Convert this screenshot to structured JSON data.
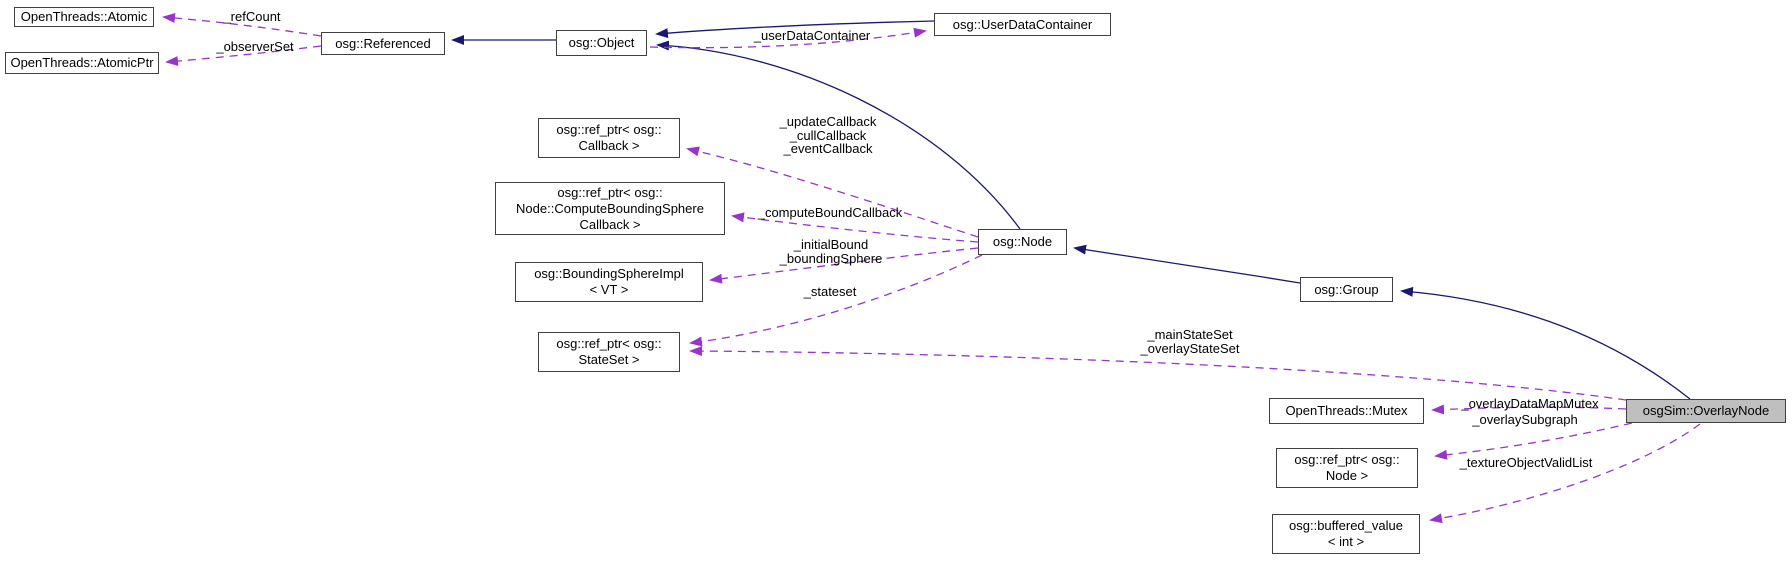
{
  "diagram_type": "doxygen-collaboration-graph",
  "colors": {
    "inheritance_edge": "#191970",
    "usage_edge": "#9a32cd",
    "node_border": "#404040",
    "node_fill": "#ffffff",
    "highlight_fill": "#bfbfbf",
    "text": "#000000"
  },
  "nodes": {
    "atomic": {
      "label": "OpenThreads::Atomic"
    },
    "atomic_ptr": {
      "label": "OpenThreads::AtomicPtr"
    },
    "referenced": {
      "label": "osg::Referenced"
    },
    "object": {
      "label": "osg::Object"
    },
    "user_data_container": {
      "label": "osg::UserDataContainer"
    },
    "ref_ptr_callback": {
      "line1": "osg::ref_ptr< osg::",
      "line2": "Callback >"
    },
    "ref_ptr_compute_bounding_sphere_callback": {
      "line1": "osg::ref_ptr< osg::",
      "line2": "Node::ComputeBoundingSphere",
      "line3": "Callback >"
    },
    "bounding_sphere_impl": {
      "line1": "osg::BoundingSphereImpl",
      "line2": "< VT >"
    },
    "ref_ptr_stateset": {
      "line1": "osg::ref_ptr< osg::",
      "line2": "StateSet >"
    },
    "node": {
      "label": "osg::Node"
    },
    "group": {
      "label": "osg::Group"
    },
    "mutex": {
      "label": "OpenThreads::Mutex"
    },
    "ref_ptr_node": {
      "line1": "osg::ref_ptr< osg::",
      "line2": "Node >"
    },
    "buffered_value": {
      "line1": "osg::buffered_value",
      "line2": "< int >"
    },
    "overlay_node": {
      "label": "osgSim::OverlayNode"
    }
  },
  "edge_labels": {
    "ref_count": "_refCount",
    "observer_set": "_observerSet",
    "user_data_container": "_userDataContainer",
    "update_callback": "_updateCallback",
    "cull_callback": "_cullCallback",
    "event_callback": "_eventCallback",
    "compute_bound_callback": "_computeBoundCallback",
    "initial_bound": "_initialBound",
    "bounding_sphere": "_boundingSphere",
    "stateset": "_stateset",
    "main_state_set": "_mainStateSet",
    "overlay_state_set": "_overlayStateSet",
    "overlay_data_map_mutex": "_overlayDataMapMutex",
    "overlay_subgraph": "_overlaySubgraph",
    "texture_object_valid_list": "_textureObjectValidList"
  }
}
